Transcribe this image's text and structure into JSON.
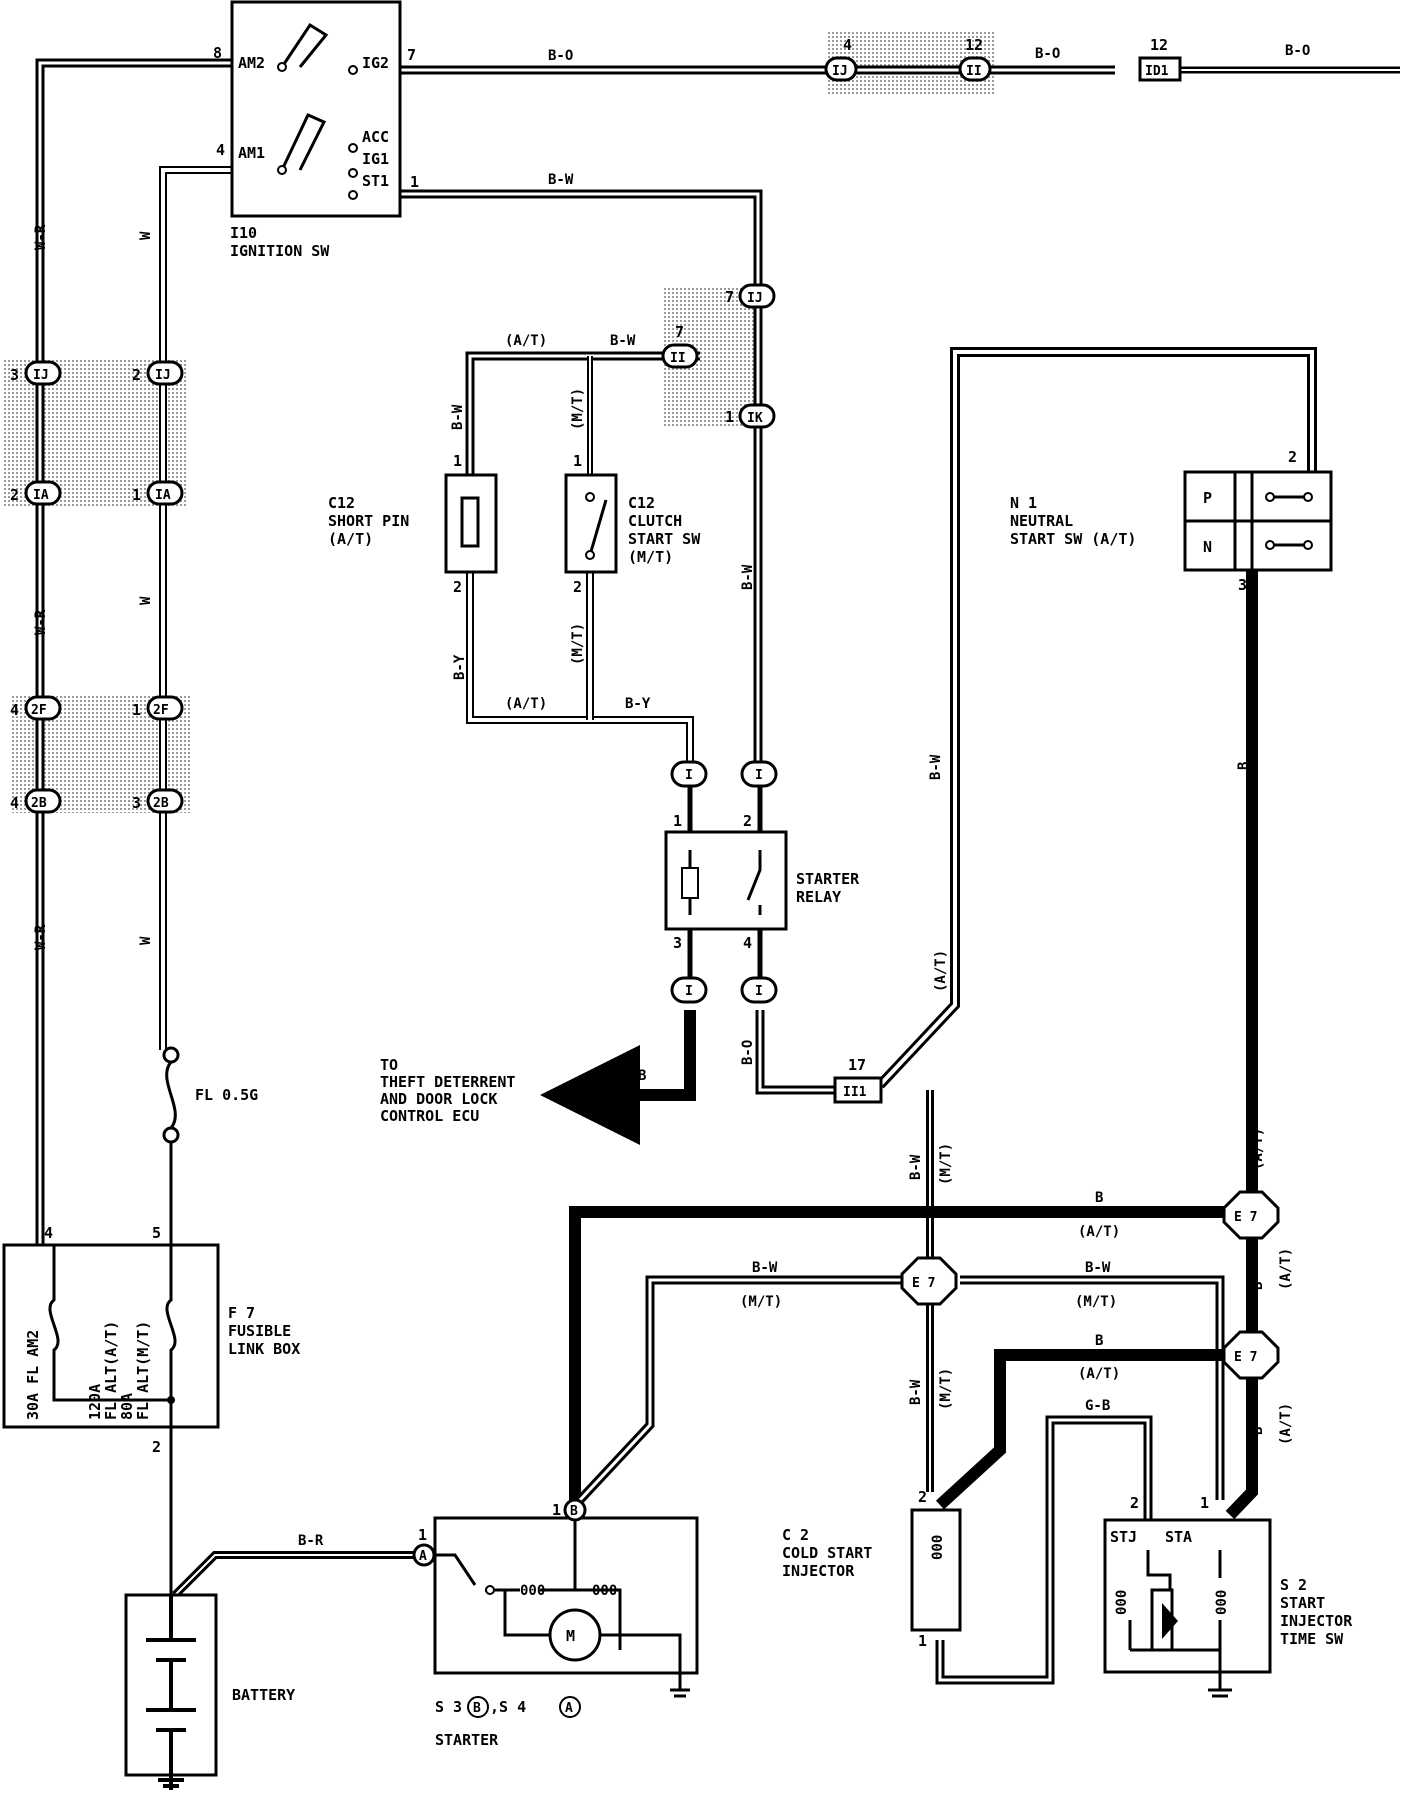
{
  "components": {
    "ignition_sw": {
      "id": "I10",
      "name": "IGNITION SW",
      "terms": [
        "AM2",
        "AM1",
        "IG2",
        "ACC",
        "IG1",
        "ST1"
      ],
      "pins": {
        "am2": "8",
        "am1": "4",
        "ig2": "7",
        "st1": "1"
      }
    },
    "short_pin": {
      "id": "C12",
      "name": "SHORT PIN",
      "note": "(A/T)",
      "pin_top": "1",
      "pin_bottom": "2"
    },
    "clutch_sw": {
      "id": "C12",
      "name": "CLUTCH",
      "name2": "START SW",
      "note": "(M/T)",
      "pin_top": "1",
      "pin_bottom": "2"
    },
    "neutral_sw": {
      "id": "N 1",
      "name": "NEUTRAL",
      "name2": "START SW (A/T)",
      "p": "P",
      "n": "N",
      "pin2": "2",
      "pin3": "3"
    },
    "starter_relay": {
      "name": "STARTER",
      "name2": "RELAY",
      "p1": "1",
      "p2": "2",
      "p3": "3",
      "p4": "4"
    },
    "fusible_box": {
      "id": "F 7",
      "name": "FUSIBLE",
      "name2": "LINK BOX",
      "fl1": "30A FL AM2",
      "fl2a": "120A",
      "fl2b": "FL ALT(A/T)",
      "fl2c": "80A",
      "fl2d": "FL ALT(M/T)",
      "pin4": "4",
      "pin5": "5",
      "pin2": "2"
    },
    "fl05": "FL 0.5G",
    "battery": "BATTERY",
    "starter": {
      "label": "S 3",
      "b": "B",
      "mid": ",S 4",
      "a": "A",
      "name": "STARTER",
      "pin1a": "1",
      "pin1b": "1"
    },
    "cold_start": {
      "id": "C 2",
      "name": "COLD START",
      "name2": "INJECTOR",
      "pin2": "2",
      "pin1": "1"
    },
    "start_time_sw": {
      "id": "S 2",
      "name": "START",
      "name2": "INJECTOR",
      "name3": "TIME SW",
      "stj": "STJ",
      "sta": "STA",
      "pin2": "2",
      "pin1": "1"
    },
    "theft": {
      "l1": "TO",
      "l2": "THEFT DETERRENT",
      "l3": "AND DOOR LOCK",
      "l4": "CONTROL ECU"
    }
  },
  "wires": {
    "bo": "B-O",
    "bw": "B-W",
    "wr": "W-R",
    "w": "W",
    "by": "B-Y",
    "b": "B",
    "br": "B-R",
    "gb": "G-B",
    "at": "(A/T)",
    "mt": "(M/T)"
  },
  "connectors": {
    "ij": "IJ",
    "ii": "II",
    "idi": "ID1",
    "ia": "IA",
    "f2": "2F",
    "b2": "2B",
    "ik": "IK",
    "one": "I",
    "ii1": "II1",
    "e7": "E 7",
    "pins": {
      "ij4": "4",
      "ii12": "12",
      "idi12": "12",
      "ij3": "3",
      "ij2": "2",
      "ia2": "2",
      "ia1": "1",
      "f4": "4",
      "f1": "1",
      "b4": "4",
      "b3": "3",
      "ijr": "7",
      "iir": "7",
      "ik1": "1",
      "ii17": "17"
    }
  }
}
